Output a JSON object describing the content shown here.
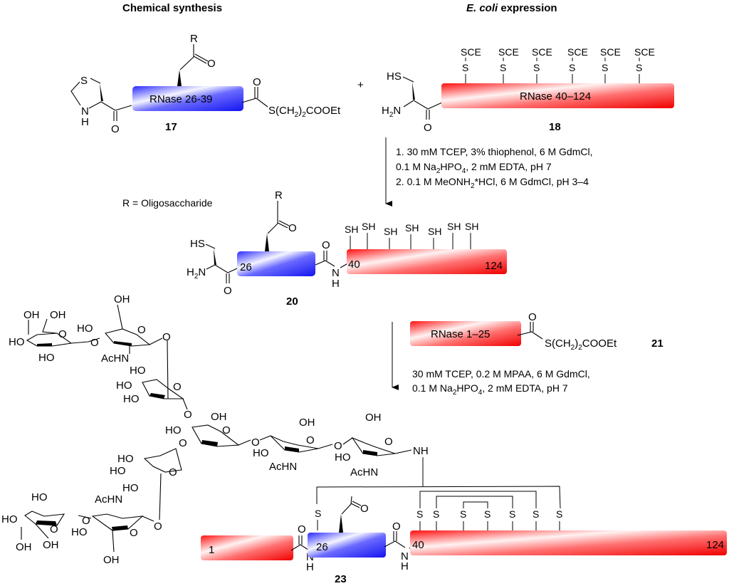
{
  "headers": {
    "left": "Chemical synthesis",
    "right_italic": "E. coli",
    "right_rest": " expression"
  },
  "colors": {
    "blue_segment": "#1f1fff",
    "red_segment": "#ff1a1a"
  },
  "compound_17": {
    "number": "17",
    "segment_label": "RNase 26-39",
    "r_label": "R",
    "o_label": "O",
    "s_ring": "S",
    "n_ring": "N",
    "h_ring": "H",
    "thioester_o": "O",
    "thioester_s": "S(CH",
    "thioester_sub": "2",
    "thioester_close": ")",
    "thioester_sub2": "2",
    "thioester_tail": "COOEt",
    "amide_o": "O"
  },
  "plus": "+",
  "compound_18": {
    "number": "18",
    "segment_label": "RNase 40–124",
    "hs": "HS",
    "h2n_h": "H",
    "h2n_sub": "2",
    "h2n_n": "N",
    "o": "O",
    "protected_thiols": [
      "SCE",
      "SCE",
      "SCE",
      "SCE",
      "SCE",
      "SCE"
    ],
    "s_atoms": [
      "S",
      "S",
      "S",
      "S",
      "S",
      "S"
    ]
  },
  "step1": {
    "line1": "1. 30 mM TCEP, 3% thiophenol, 6 M GdmCl,",
    "line2a": " 0.1 M Na",
    "line2sub": "2",
    "line2b": "HPO",
    "line2sub2": "4",
    "line2c": ", 2 mM EDTA, pH 7",
    "line3a": "2. 0.1 M MeONH",
    "line3sub": "2",
    "line3b": "*HCl, 6 M GdmCl, pH 3–4"
  },
  "r_definition": "R = Oligosaccharide",
  "compound_20": {
    "number": "20",
    "r": "R",
    "o_ketone": "O",
    "hs": "HS",
    "h2n_h": "H",
    "h2n_sub": "2",
    "h2n_n": "N",
    "o_amide1": "O",
    "blue_start": "26",
    "o_amide2": "O",
    "n": "N",
    "h": "H",
    "red_start": "40",
    "red_end": "124",
    "free_thiols": [
      "SH",
      "SH",
      "SH",
      "SH",
      "SH",
      "SH",
      "SH"
    ]
  },
  "compound_21": {
    "number": "21",
    "segment_label": "RNase 1–25",
    "o": "O",
    "s_text": "S(CH",
    "sub1": "2",
    "close": ")",
    "sub2": "2",
    "tail": "COOEt"
  },
  "step2": {
    "line1": "30 mM TCEP, 0.2 M MPAA, 6 M GdmCl,",
    "line2a": " 0.1 M Na",
    "line2sub": "2",
    "line2b": "HPO",
    "line2sub2": "4",
    "line2c": ", 2 mM EDTA, pH 7"
  },
  "oligosaccharide": {
    "oh": "OH",
    "ho": "HO",
    "o": "O",
    "achn": "AcHN",
    "nh": "NH"
  },
  "compound_23": {
    "number": "23",
    "seg1_label": "1",
    "seg2_label": "26",
    "seg3_start": "40",
    "seg3_end": "124",
    "o": "O",
    "n": "N",
    "h": "H",
    "s": "S",
    "disulfide_s": [
      "S",
      "S",
      "S",
      "S",
      "S",
      "S",
      "S"
    ]
  }
}
